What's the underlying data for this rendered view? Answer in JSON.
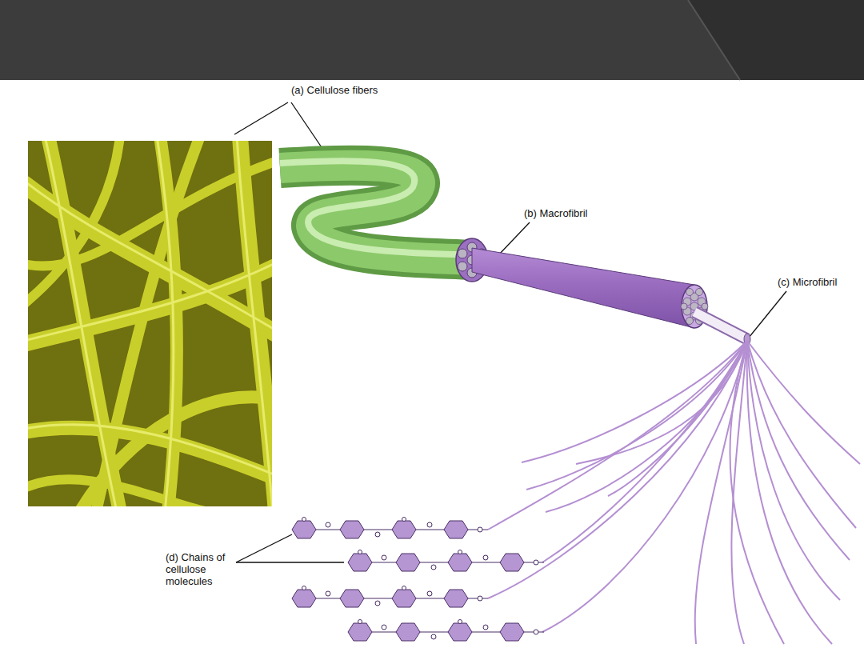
{
  "diagram": {
    "labels": [
      "(a) Cellulose fibers",
      "(b) Macrofibril",
      "(c) Microfibril",
      "(d) Chains of cellulose molecules"
    ]
  }
}
